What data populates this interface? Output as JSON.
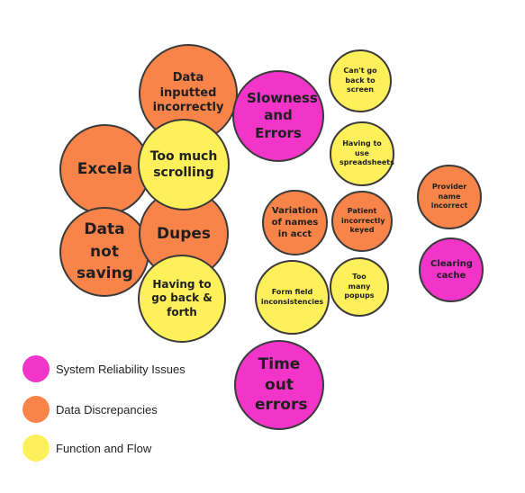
{
  "colors": {
    "pink": "#f234c8",
    "orange": "#f9844a",
    "yellow": "#fdf05a"
  },
  "bubbles": {
    "data_inputted": "Data inputted incorrectly",
    "slowness": "Slowness and Errors",
    "cant_go_back": "Can't go back to screen",
    "excela": "Excela",
    "too_much_scrolling": "Too much scrolling",
    "having_spreadsheets": "Having to use spreadsheets",
    "provider_name": "Provider name incorrect",
    "data_not_saving": "Data not saving",
    "dupes": "Dupes",
    "variation": "Variation of names in acct",
    "patient": "Patient incorrectly keyed",
    "clearing_cache": "Clearing cache",
    "having_back_forth": "Having to go back & forth",
    "form_field": "Form field inconsistencies",
    "popups": "Too many popups",
    "timeout": "Time out errors"
  },
  "legend": [
    {
      "label": "System Reliability Issues",
      "color": "pink"
    },
    {
      "label": "Data Discrepancies",
      "color": "orange"
    },
    {
      "label": "Function and Flow",
      "color": "yellow"
    }
  ]
}
